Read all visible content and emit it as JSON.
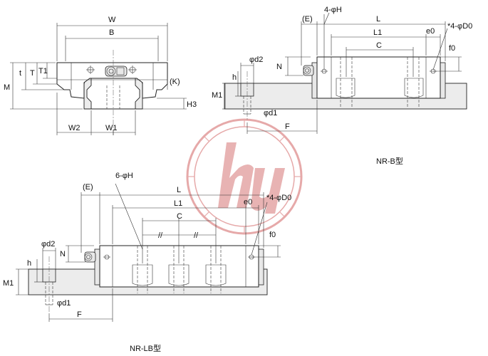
{
  "labels": {
    "front": {
      "W": "W",
      "B": "B",
      "M": "M",
      "t": "t",
      "T": "T",
      "T1": "T1",
      "K": "(K)",
      "H3": "H3",
      "W2": "W2",
      "W1": "W1"
    },
    "nrb": {
      "E": "(E)",
      "holes": "4-φH",
      "L": "L",
      "L1": "L1",
      "C": "C",
      "e0": "e0",
      "D0": "*4-φD0",
      "f0": "f0",
      "d2": "φd2",
      "N": "N",
      "h": "h",
      "M1": "M1",
      "d1": "φd1",
      "F": "F",
      "caption": "NR-B型"
    },
    "nrlb": {
      "E": "(E)",
      "holes": "6-φH",
      "L": "L",
      "L1": "L1",
      "C": "C",
      "e0": "e0",
      "D0": "*4-φD0",
      "f0": "f0",
      "d2": "φd2",
      "N": "N",
      "h": "h",
      "M1": "M1",
      "d1": "φd1",
      "F": "F",
      "caption": "NR-LB型"
    }
  },
  "colors": {
    "line": "#222222",
    "watermark": "#e6a9a9",
    "rail": "#ececec"
  },
  "icons": {
    "watermark": "company-logo-watermark-icon",
    "grease": "grease-nipple-icon"
  }
}
